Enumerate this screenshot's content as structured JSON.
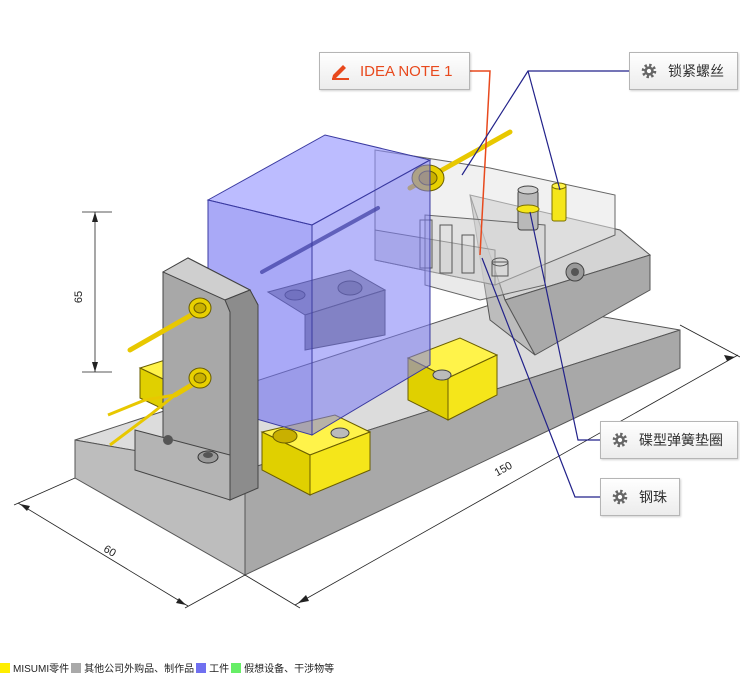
{
  "callouts": {
    "idea_note": "IDEA NOTE 1",
    "lock_screw": "锁紧螺丝",
    "disc_spring": "碟型弹簧垫圈",
    "steel_ball": "钢珠"
  },
  "dimensions": {
    "height": "65",
    "length": "150",
    "width": "60"
  },
  "legend": [
    {
      "label": "MISUMI零件",
      "color": "#ffee00"
    },
    {
      "label": "其他公司外购品、制作品",
      "color": "#a9a9a9"
    },
    {
      "label": "工件",
      "color": "#7070f0"
    },
    {
      "label": "假想设备、干涉物等",
      "color": "#66ee66"
    }
  ],
  "colors": {
    "idea_accent": "#e8491d",
    "leader_blue": "#22228a",
    "leader_red": "#e8491d"
  }
}
